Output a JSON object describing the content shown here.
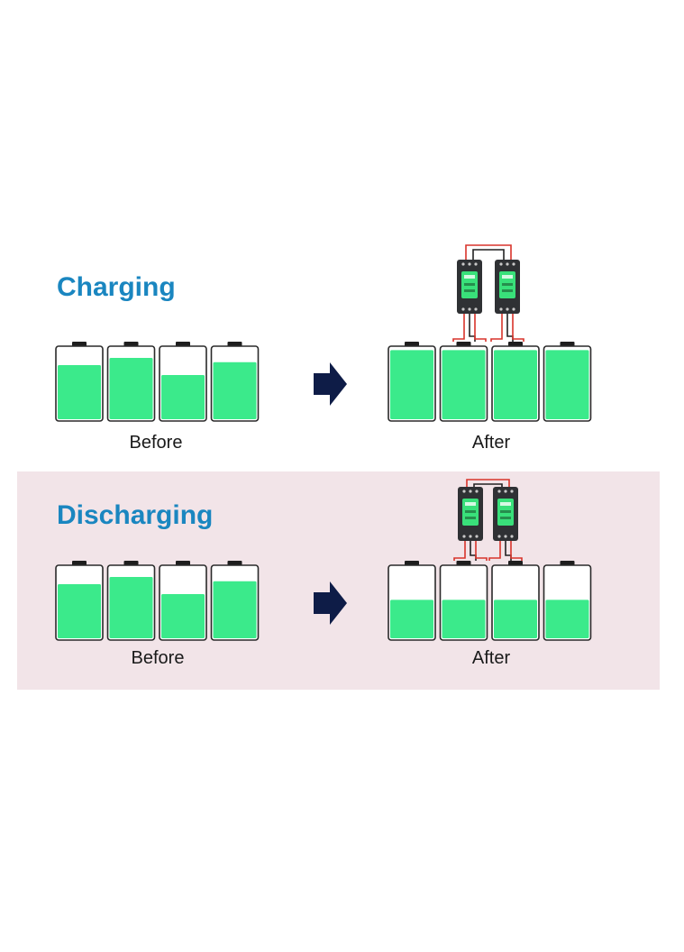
{
  "sections": [
    {
      "id": "charging",
      "title": "Charging",
      "before_label": "Before",
      "after_label": "After",
      "before_levels": [
        0.76,
        0.86,
        0.62,
        0.8
      ],
      "after_levels": [
        0.97,
        0.97,
        0.97,
        0.97
      ]
    },
    {
      "id": "discharging",
      "title": "Discharging",
      "before_levels": [
        0.76,
        0.86,
        0.62,
        0.8
      ],
      "before_label": "Before",
      "after_label": "After",
      "after_levels": [
        0.54,
        0.54,
        0.54,
        0.54
      ]
    }
  ],
  "colors": {
    "title": "#1a86c0",
    "battery_fill": "#3bea8b",
    "battery_outline": "#2a2a2a",
    "arrow": "#0e1c47",
    "wire_red": "#d8342b",
    "module_body": "#2f3134",
    "module_screen": "#39e07a",
    "discharge_bg": "#f2e4e8"
  },
  "icons": {
    "arrow": "right-arrow-icon",
    "module": "balancer-module-icon"
  }
}
